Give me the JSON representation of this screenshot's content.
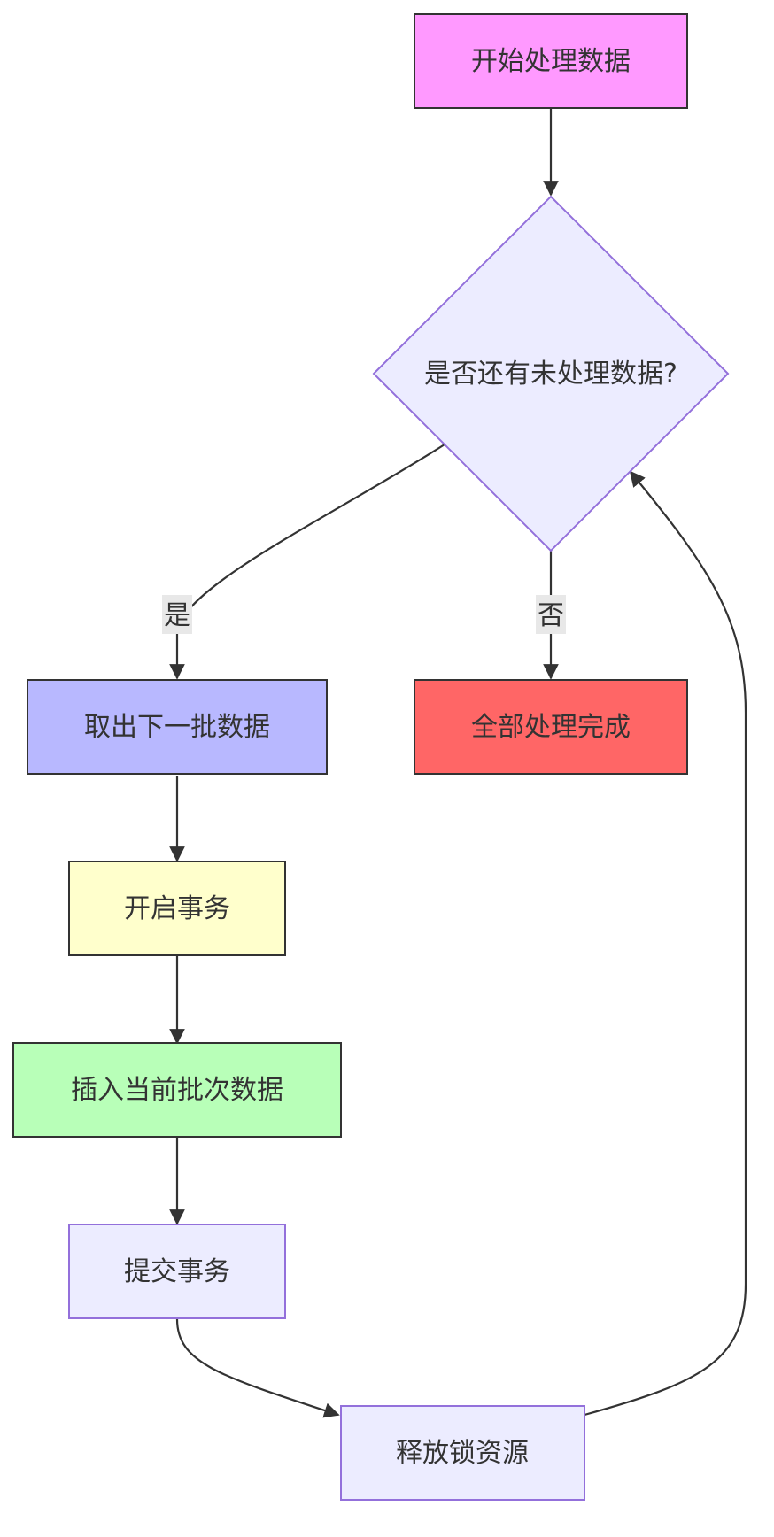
{
  "nodes": {
    "start": {
      "label": "开始处理数据",
      "fill": "#ff99ff",
      "stroke": "#333333"
    },
    "decision": {
      "label": "是否还有未处理数据?",
      "fill": "#ececff",
      "stroke": "#9370db"
    },
    "fetch": {
      "label": "取出下一批数据",
      "fill": "#b8b8ff",
      "stroke": "#333333"
    },
    "done": {
      "label": "全部处理完成",
      "fill": "#ff6666",
      "stroke": "#333333"
    },
    "begin_tx": {
      "label": "开启事务",
      "fill": "#ffffcc",
      "stroke": "#333333"
    },
    "insert": {
      "label": "插入当前批次数据",
      "fill": "#b8ffb8",
      "stroke": "#333333"
    },
    "commit": {
      "label": "提交事务",
      "fill": "#ececff",
      "stroke": "#9370db"
    },
    "release": {
      "label": "释放锁资源",
      "fill": "#ececff",
      "stroke": "#9370db"
    }
  },
  "edges": {
    "yes": "是",
    "no": "否"
  },
  "colors": {
    "edge": "#333333",
    "edge_label_bg": "#e8e8e8"
  }
}
